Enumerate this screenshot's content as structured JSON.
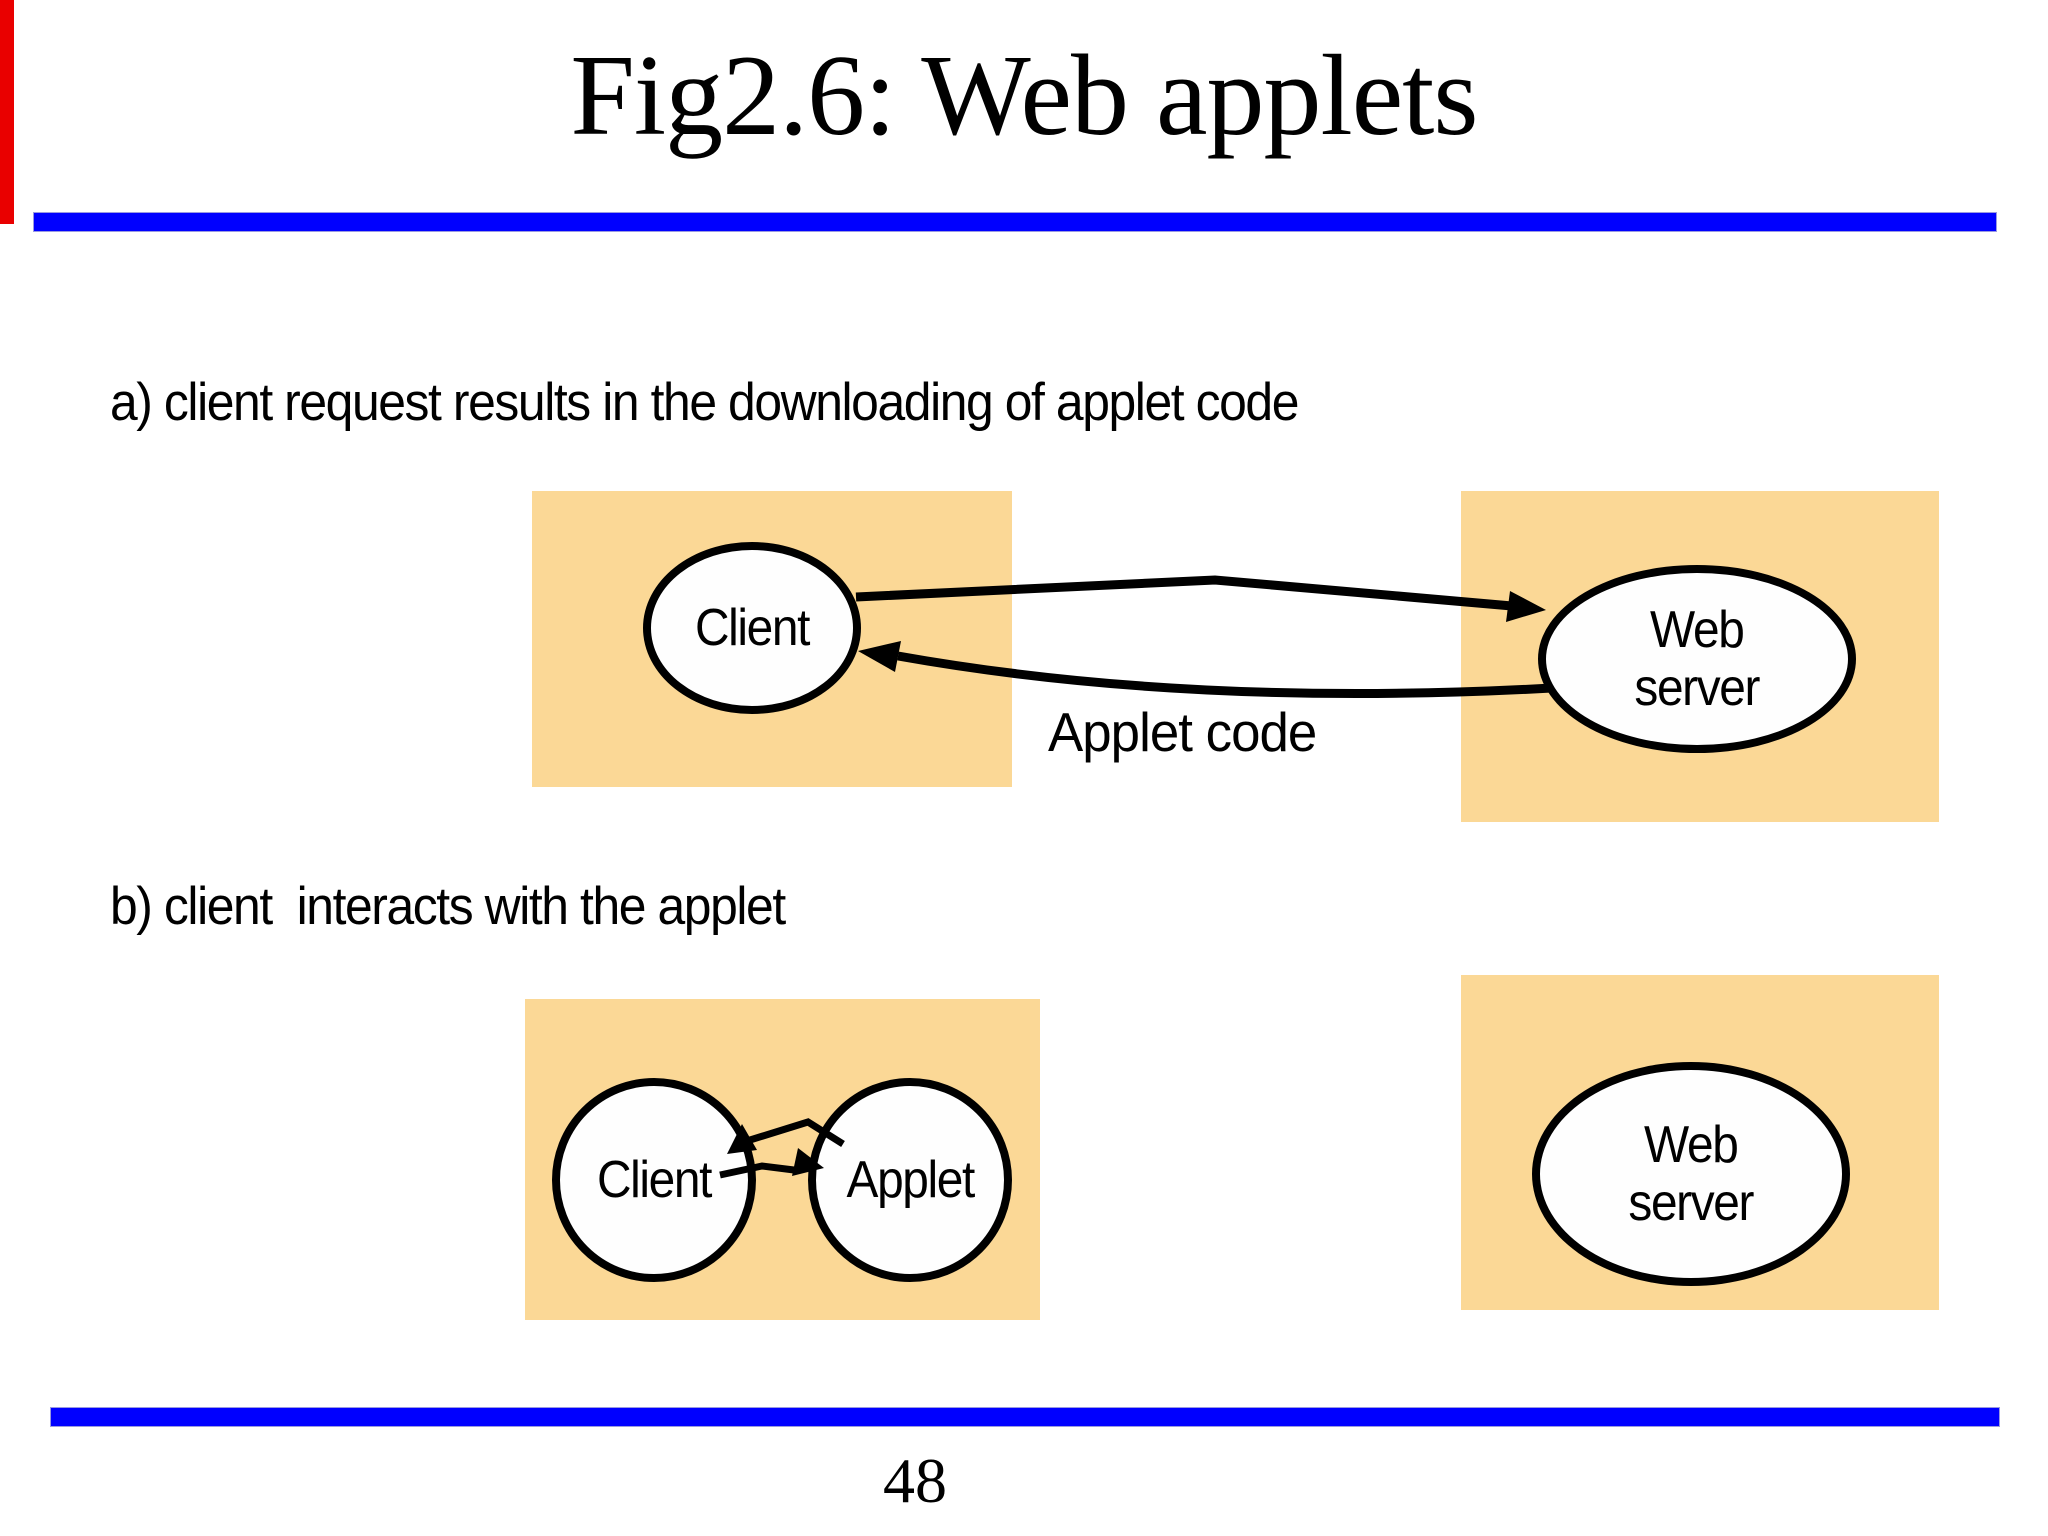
{
  "slide_title": "Fig2.6: Web applets",
  "page_number": "48",
  "colors": {
    "box_fill": "#FBD896",
    "divider_blue": "#0000FF",
    "red_bar": "#E90000"
  },
  "section_a": {
    "caption": "a) client request results in the downloading of applet code",
    "arrow_label": "Applet code",
    "nodes": {
      "client": "Client",
      "web_server": [
        "Web",
        "server"
      ]
    }
  },
  "section_b": {
    "caption": "b) client  interacts with the applet",
    "nodes": {
      "client": "Client",
      "applet": "Applet",
      "web_server": [
        "Web",
        "server"
      ]
    }
  }
}
